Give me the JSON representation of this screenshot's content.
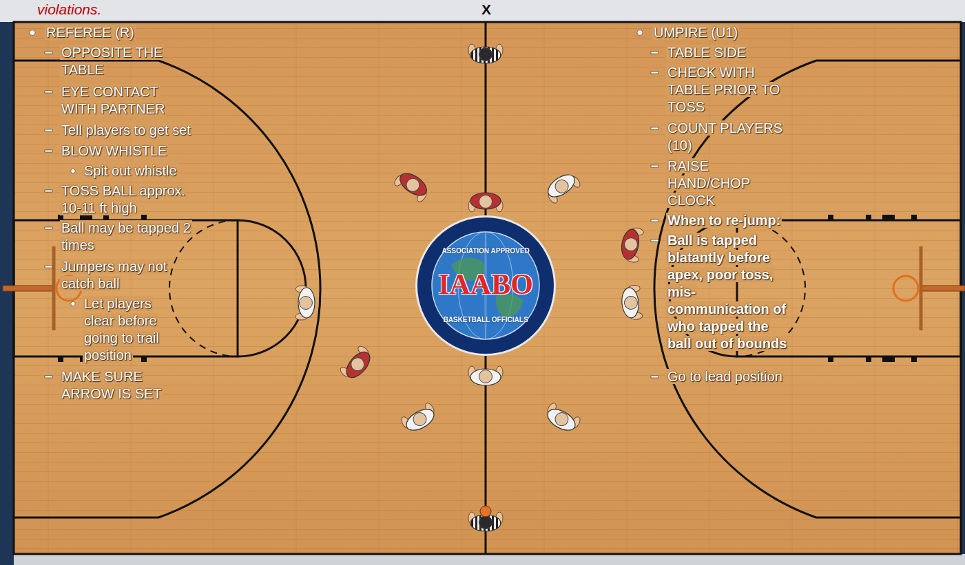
{
  "diagram": {
    "nodes": [
      {
        "text": [
          "ASSOCIATION APPROVED",
          "IAABO",
          "BASKETBALL OFFICIALS"
        ]
      }
    ],
    "labels": [
      "violations.",
      "X",
      "REFEREE (R)",
      "OPPOSITE THE TABLE",
      "EYE CONTACT WITH PARTNER",
      "Tell players to get set",
      "BLOW WHISTLE",
      "Spit out whistle",
      "TOSS BALL approx. 10-11 ft high",
      "Ball may be tapped 2 times",
      "Jumpers may not catch ball",
      "Let players clear before going to trail position",
      "MAKE SURE ARROW IS SET",
      "UMPIRE (U1)",
      "TABLE SIDE",
      "CHECK WITH TABLE PRIOR TO TOSS",
      "COUNT PLAYERS (10)",
      "RAISE HAND/CHOP CLOCK",
      "When to re-jump:",
      "Ball is tapped blatantly before apex, poor toss, mis-communication of who tapped the ball out of bounds",
      "Go to lead position"
    ]
  }
}
